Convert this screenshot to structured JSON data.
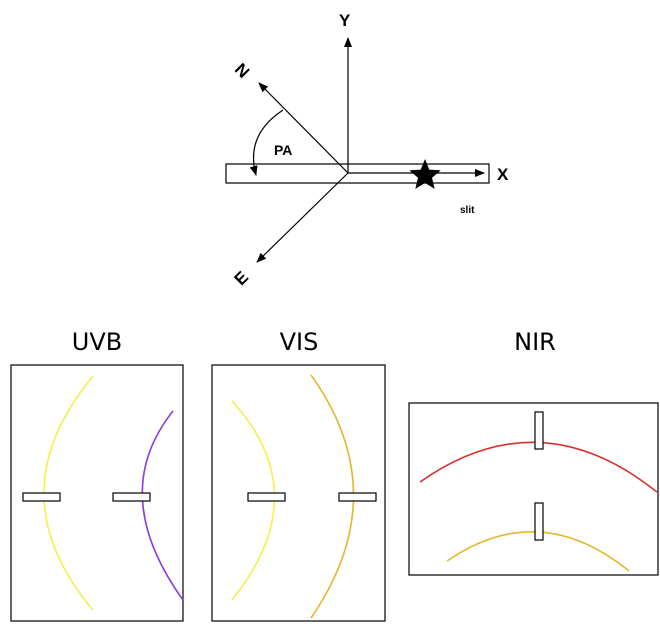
{
  "orientation": {
    "y_label": "Y",
    "x_label": "X",
    "n_label": "N",
    "e_label": "E",
    "pa_label": "PA",
    "slit_label": "slit"
  },
  "panels": {
    "uvb": {
      "title": "UVB"
    },
    "vis": {
      "title": "VIS"
    },
    "nir": {
      "title": "NIR"
    }
  },
  "colors": {
    "yellow_order": "#f4ef4c",
    "purple_order": "#8a3ee0",
    "orange_order": "#e3b72c",
    "red_order": "#d8302c",
    "outline": "#000000"
  }
}
